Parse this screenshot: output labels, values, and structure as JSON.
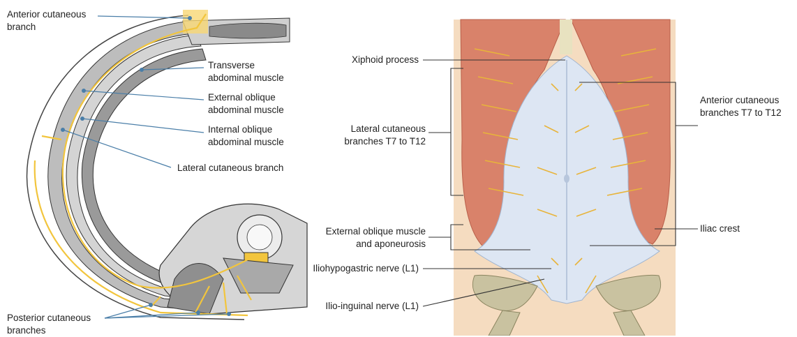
{
  "left_panel": {
    "labels": {
      "anterior_cutaneous_branch": "Anterior cutaneous\nbranch",
      "transverse_abdominal_muscle": "Transverse\nabdominal muscle",
      "external_oblique_abdominal_muscle": "External oblique\nabdominal muscle",
      "internal_oblique_abdominal_muscle": "Internal oblique\nabdominal muscle",
      "lateral_cutaneous_branch": "Lateral cutaneous branch",
      "posterior_cutaneous_branches": "Posterior cutaneous\nbranches"
    }
  },
  "right_panel": {
    "labels": {
      "xiphoid_process": "Xiphoid process",
      "lateral_cutaneous_branches": "Lateral cutaneous\nbranches T7 to T12",
      "anterior_cutaneous_branches": "Anterior cutaneous\nbranches T7 to T12",
      "external_oblique_muscle": "External oblique muscle\nand aponeurosis",
      "iliac_crest": "Iliac crest",
      "iliohypogastric_nerve": "Iliohypogastric nerve (L1)",
      "ilio_inguinal_nerve": "Ilio-inguinal nerve (L1)"
    }
  },
  "colors": {
    "nerve": "#f2c53d",
    "muscle": "#d9826a",
    "aponeurosis": "#dde6f3",
    "skin": "#f5dcc0",
    "bone": "#c9c2a0",
    "leader_blue": "#4a7ea8",
    "leader_dark": "#333333"
  }
}
